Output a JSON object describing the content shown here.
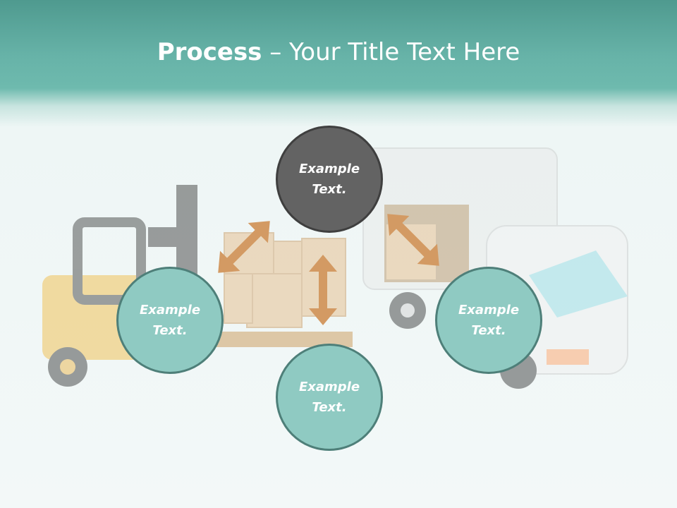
{
  "title": {
    "bold": "Process",
    "rest": " – Your Title Text Here"
  },
  "nodes": [
    {
      "label": "Example\nText."
    },
    {
      "label": "Example\nText."
    },
    {
      "label": "Example\nText."
    },
    {
      "label": "Example\nText."
    }
  ],
  "colors": {
    "header": "#67b3a8",
    "node_fill": "#8fcac2",
    "node_top_fill": "#636363",
    "arrow": "#d39a63"
  }
}
